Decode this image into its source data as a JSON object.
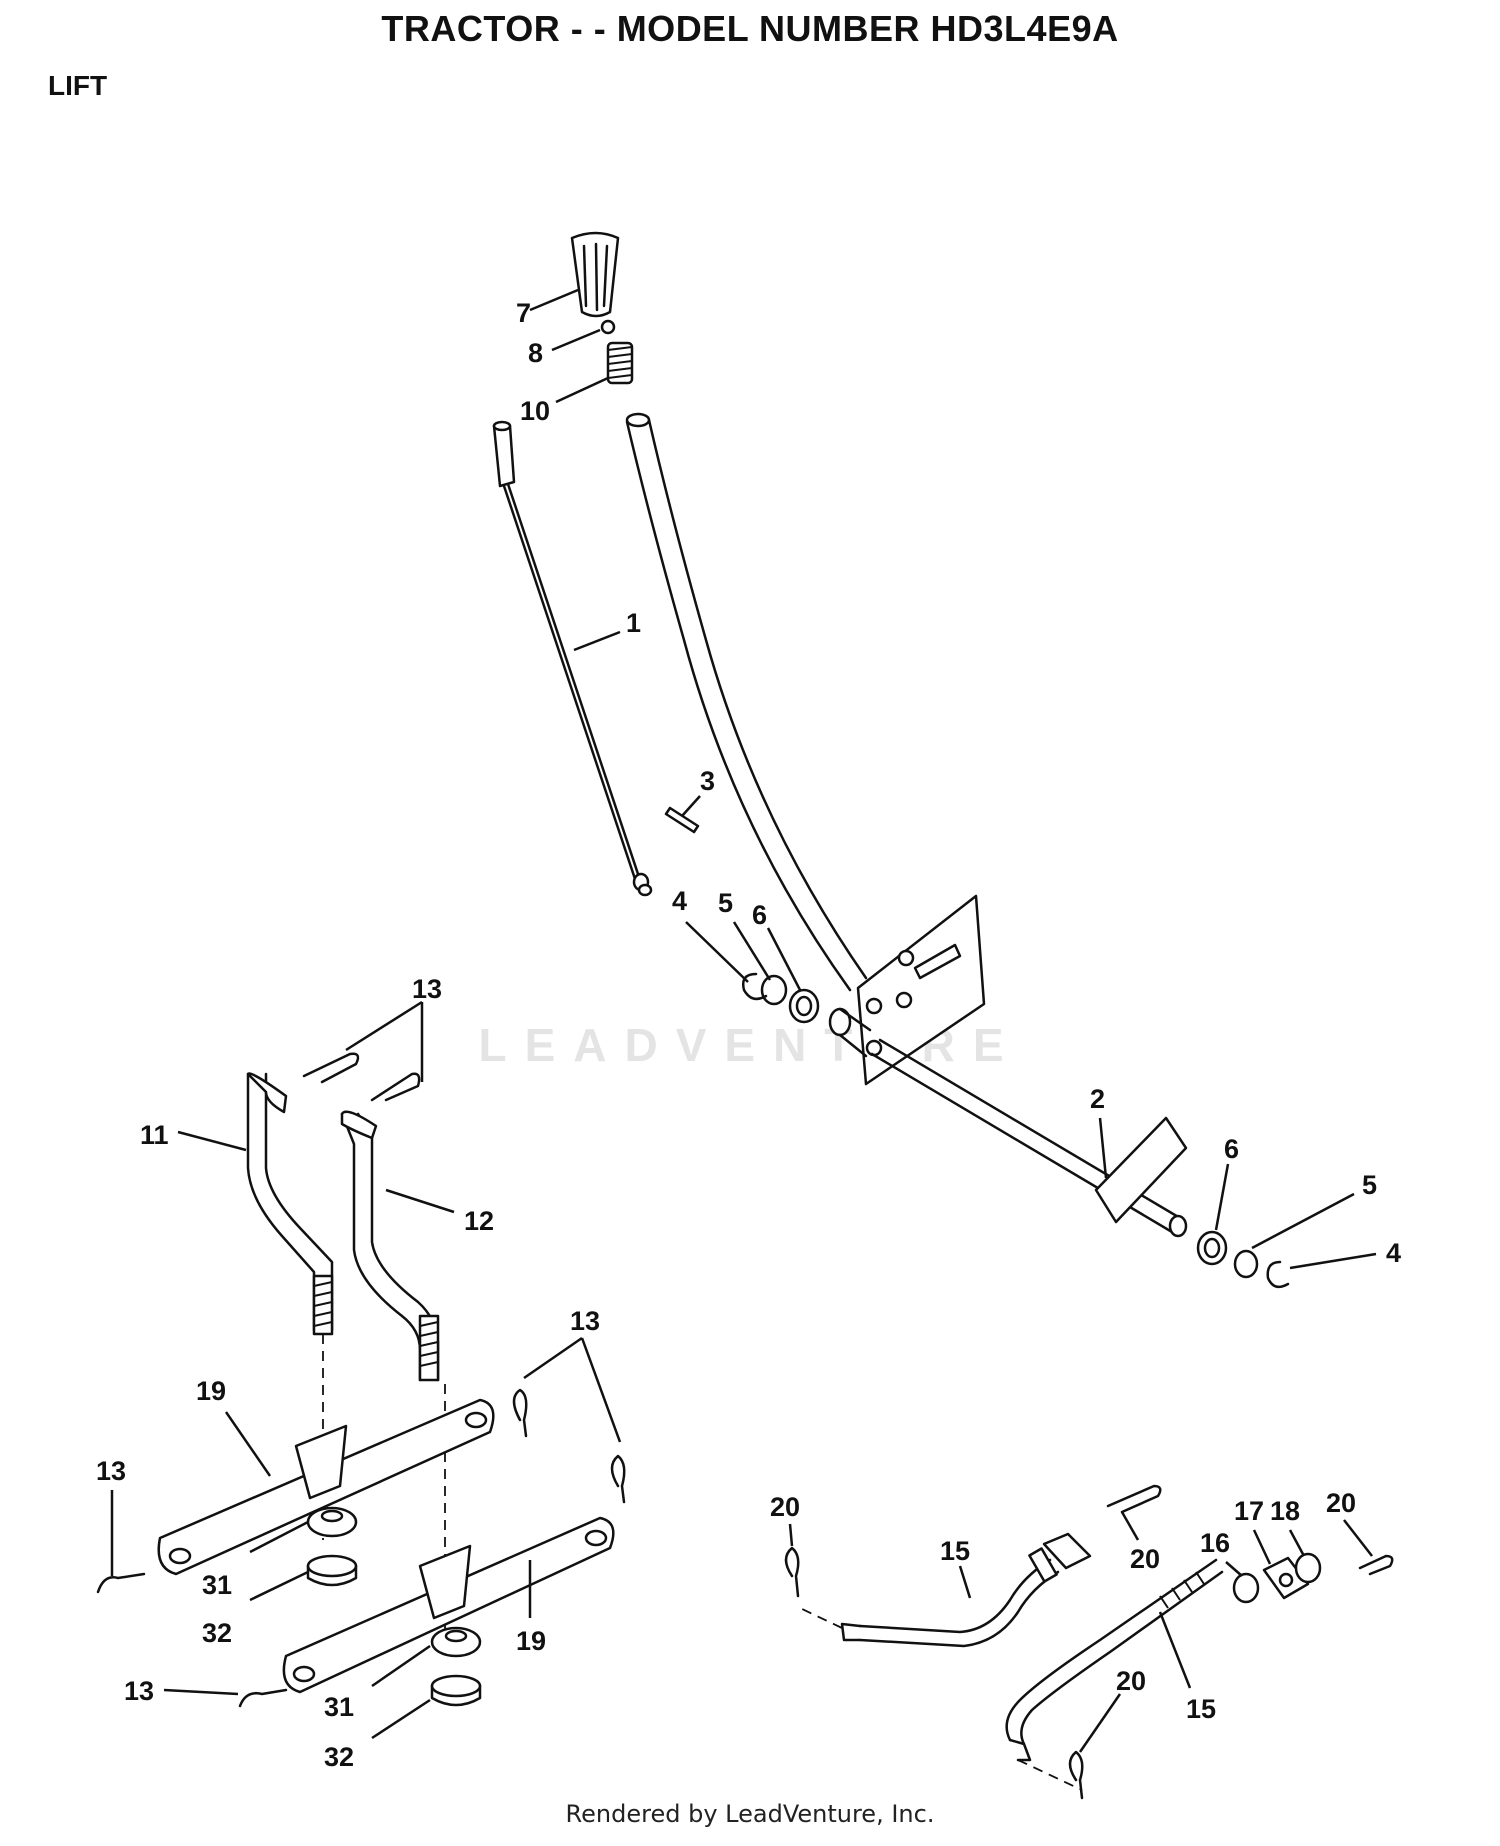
{
  "header": {
    "title": "TRACTOR - - MODEL NUMBER HD3L4E9A",
    "section": "LIFT"
  },
  "watermark": "LEADVENTURE",
  "footer": "Rendered by LeadVenture, Inc.",
  "callouts": [
    {
      "id": "c7",
      "label": "7"
    },
    {
      "id": "c8",
      "label": "8"
    },
    {
      "id": "c10",
      "label": "10"
    },
    {
      "id": "c1",
      "label": "1"
    },
    {
      "id": "c3",
      "label": "3"
    },
    {
      "id": "c4a",
      "label": "4"
    },
    {
      "id": "c5a",
      "label": "5"
    },
    {
      "id": "c6a",
      "label": "6"
    },
    {
      "id": "c13a",
      "label": "13"
    },
    {
      "id": "c11",
      "label": "11"
    },
    {
      "id": "c12",
      "label": "12"
    },
    {
      "id": "c2",
      "label": "2"
    },
    {
      "id": "c6b",
      "label": "6"
    },
    {
      "id": "c5b",
      "label": "5"
    },
    {
      "id": "c4b",
      "label": "4"
    },
    {
      "id": "c13b",
      "label": "13"
    },
    {
      "id": "c19a",
      "label": "19"
    },
    {
      "id": "c13c",
      "label": "13"
    },
    {
      "id": "c31a",
      "label": "31"
    },
    {
      "id": "c32a",
      "label": "32"
    },
    {
      "id": "c19b",
      "label": "19"
    },
    {
      "id": "c13d",
      "label": "13"
    },
    {
      "id": "c31b",
      "label": "31"
    },
    {
      "id": "c32b",
      "label": "32"
    },
    {
      "id": "c20a",
      "label": "20"
    },
    {
      "id": "c15a",
      "label": "15"
    },
    {
      "id": "c20b",
      "label": "20"
    },
    {
      "id": "c16",
      "label": "16"
    },
    {
      "id": "c17",
      "label": "17"
    },
    {
      "id": "c18",
      "label": "18"
    },
    {
      "id": "c20c",
      "label": "20"
    },
    {
      "id": "c20d",
      "label": "20"
    },
    {
      "id": "c15b",
      "label": "15"
    }
  ]
}
